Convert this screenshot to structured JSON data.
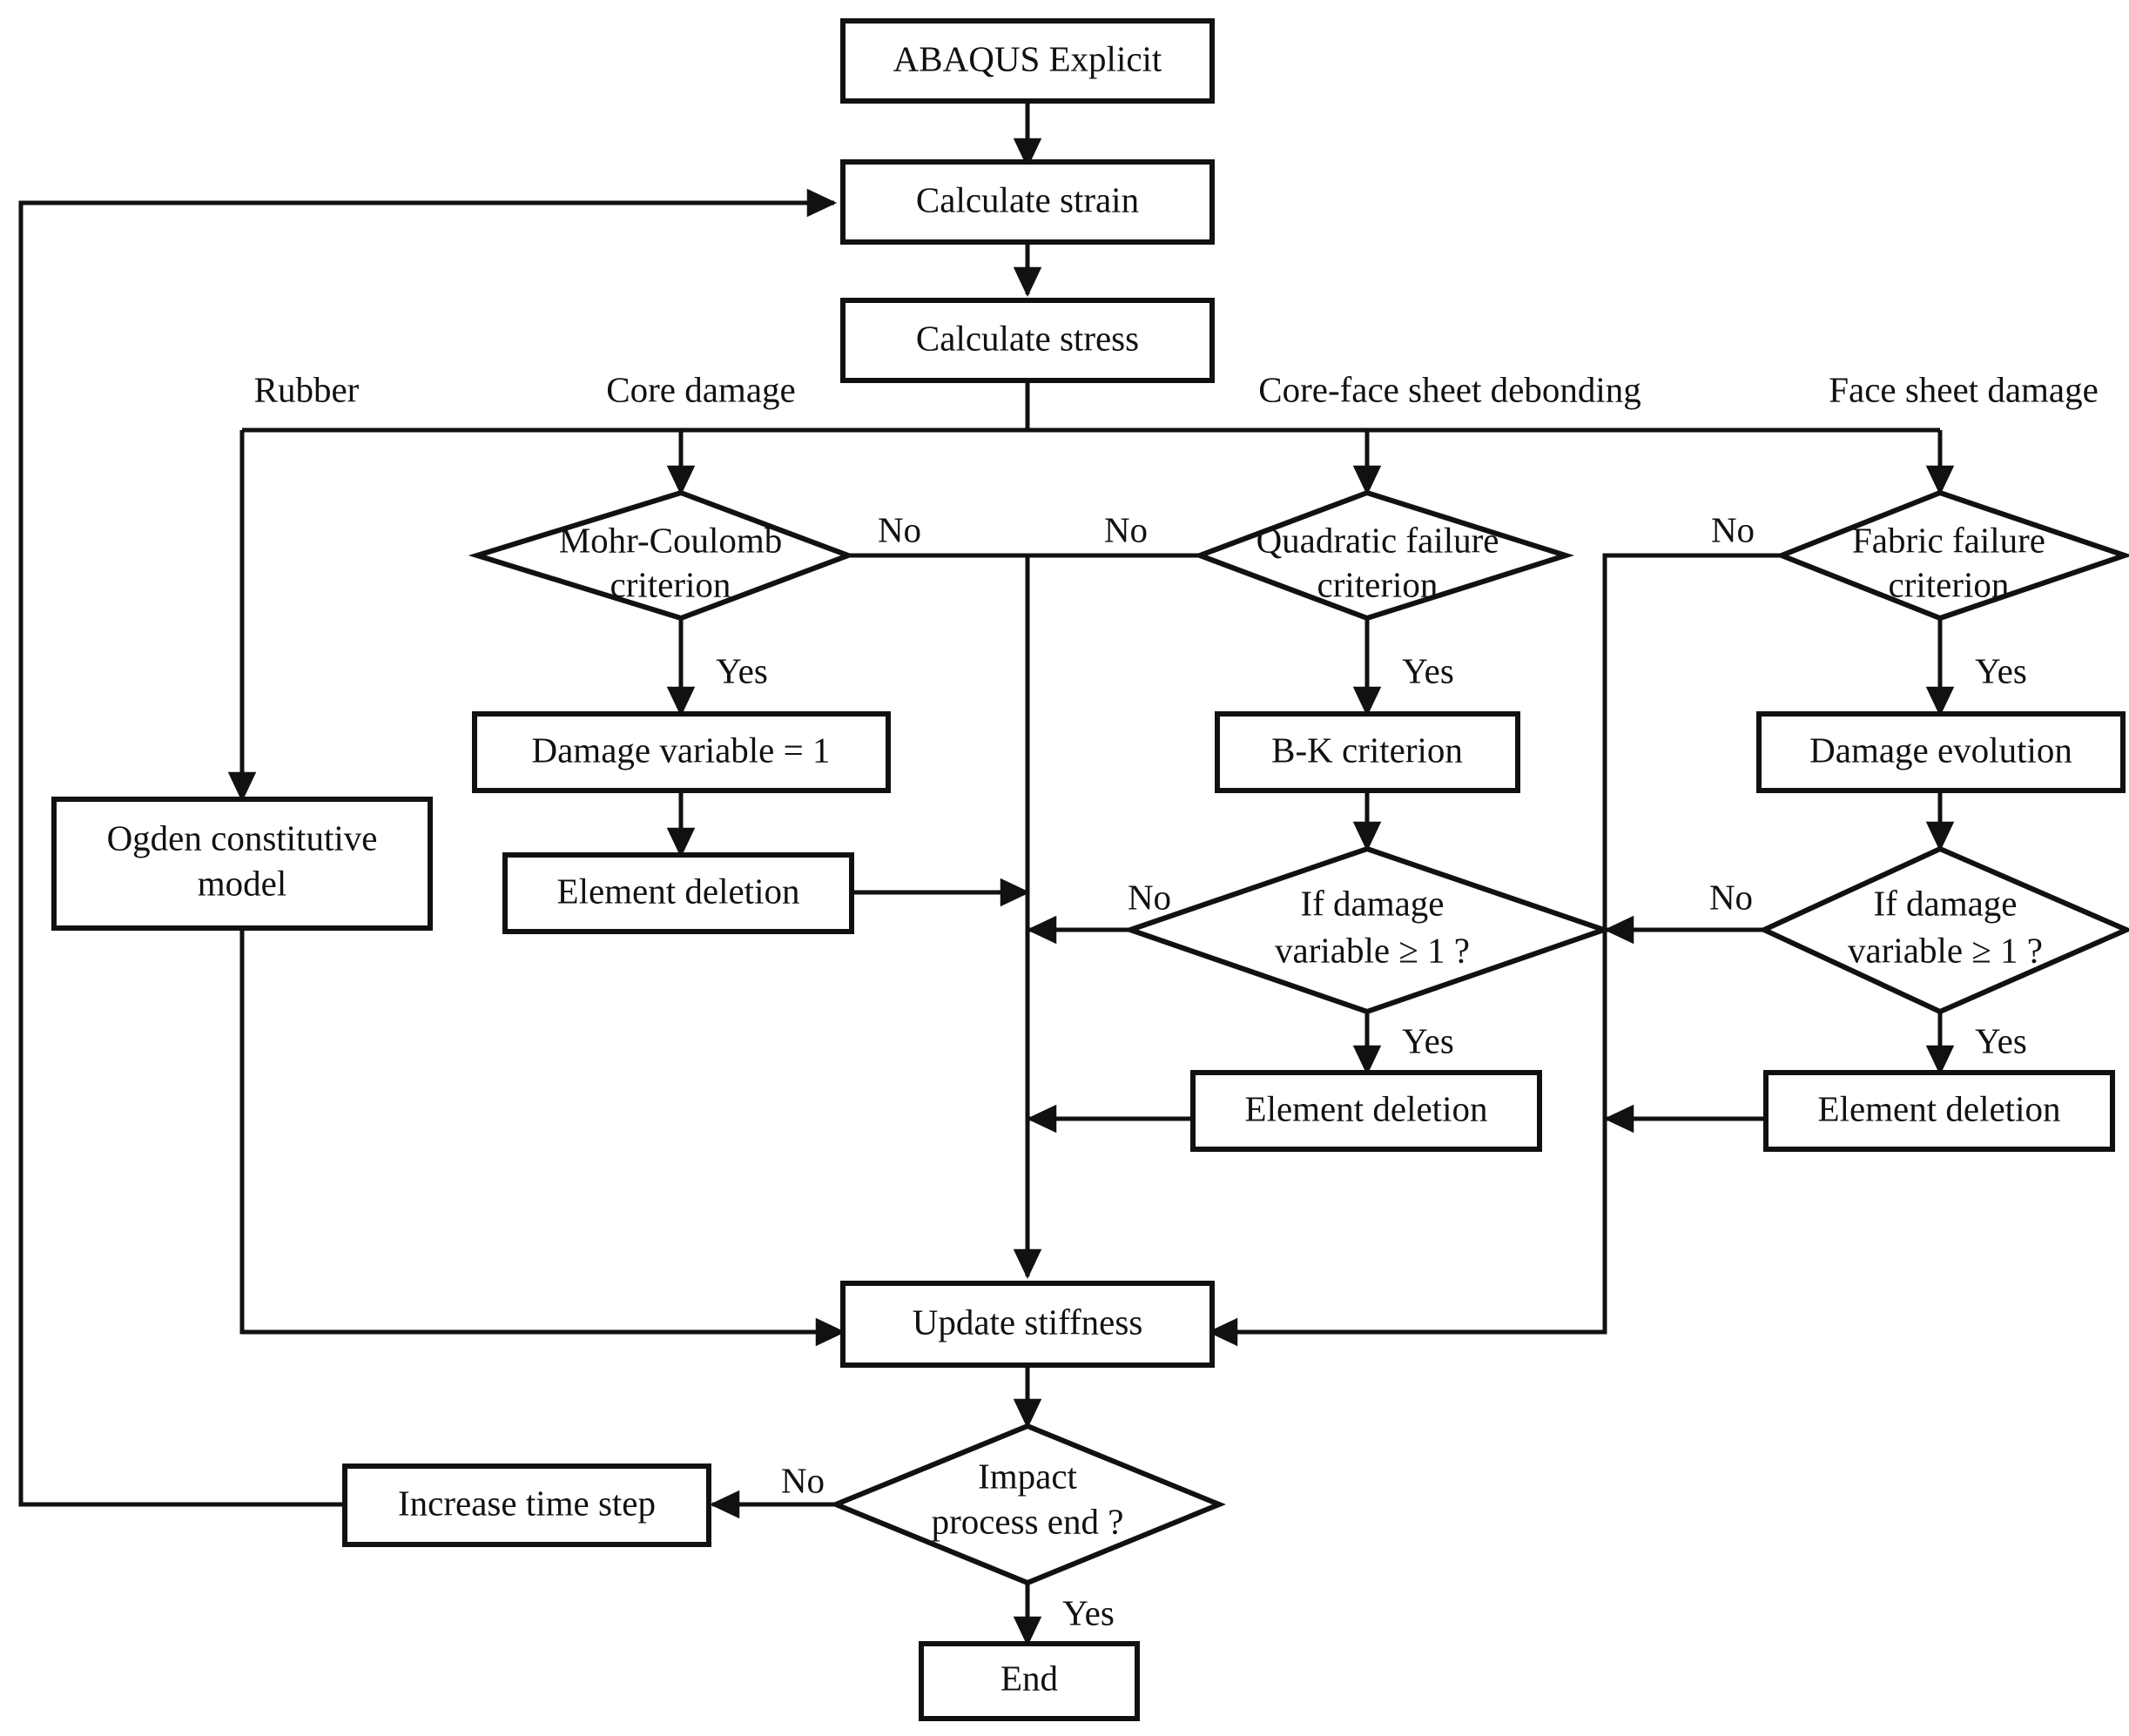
{
  "diagram": {
    "type": "flowchart",
    "title": "ABAQUS Explicit impact simulation flowchart",
    "colors": {
      "background": "#ffffff",
      "stroke": "#111111",
      "node_fill": "#ffffff",
      "text": "#111111"
    },
    "nodes": {
      "abaqus_explicit": "ABAQUS Explicit",
      "calculate_strain": "Calculate strain",
      "calculate_stress": "Calculate stress",
      "ogden_model": "Ogden constitutive",
      "ogden_model_line2": "model",
      "mohr_coulomb": "Mohr-Coulomb",
      "mohr_coulomb_line2": "criterion",
      "damage_variable_1": "Damage variable = 1",
      "element_deletion_core": "Element deletion",
      "quadratic_failure": "Quadratic failure",
      "quadratic_failure_line2": "criterion",
      "bk_criterion": "B-K criterion",
      "if_damage_mid": "If damage",
      "if_damage_mid_line2": "variable ≥ 1 ?",
      "element_deletion_mid": "Element deletion",
      "fabric_failure": "Fabric failure",
      "fabric_failure_line2": "criterion",
      "damage_evolution": "Damage evolution",
      "if_damage_right": "If damage",
      "if_damage_right_line2": "variable ≥ 1 ?",
      "element_deletion_right": "Element deletion",
      "update_stiffness": "Update stiffness",
      "impact_end": "Impact",
      "impact_end_line2": "process end ?",
      "increase_time_step": "Increase time step",
      "end": "End"
    },
    "branch_labels": {
      "rubber": "Rubber",
      "core_damage": "Core damage",
      "core_face_debonding": "Core-face sheet debonding",
      "face_sheet_damage": "Face sheet damage"
    },
    "edge_labels": {
      "mohr_no": "No",
      "mohr_yes": "Yes",
      "quad_no_left": "No",
      "quad_yes": "Yes",
      "fabric_no": "No",
      "fabric_yes": "Yes",
      "damage_mid_no": "No",
      "damage_mid_yes": "Yes",
      "damage_right_no": "No",
      "damage_right_yes": "Yes",
      "impact_no": "No",
      "impact_yes": "Yes"
    }
  }
}
